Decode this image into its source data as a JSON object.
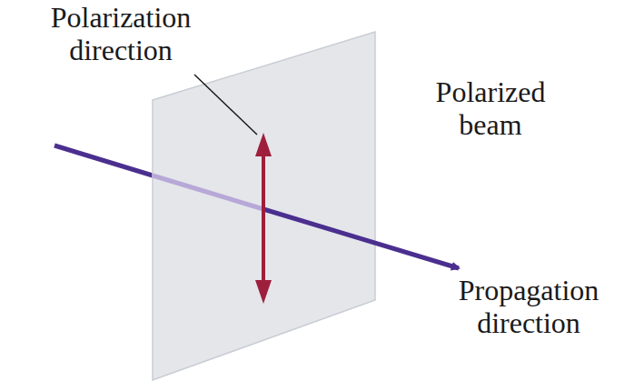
{
  "diagram": {
    "labels": [
      "Polarization direction",
      "Polarized beam",
      "Propagation direction"
    ]
  }
}
